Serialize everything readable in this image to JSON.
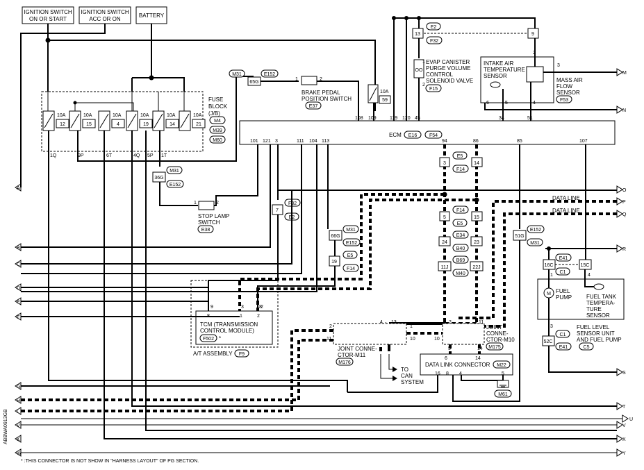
{
  "top_labels": {
    "ign_on": [
      "IGNITION SWITCH",
      "ON OR START"
    ],
    "ign_acc": [
      "IGNITION SWITCH",
      "ACC OR ON"
    ],
    "battery": "BATTERY"
  },
  "fuse_block": {
    "title": [
      "FUSE",
      "BLOCK",
      "(J/B)"
    ],
    "connectors": [
      "M4",
      "M39",
      "M60"
    ],
    "amp": "10A",
    "fuses": [
      "12",
      "15",
      "4",
      "19",
      "14",
      "21"
    ],
    "terminals": [
      "1Q",
      "9P",
      "6T",
      "4Q",
      "5P",
      "1T"
    ]
  },
  "fuse59": {
    "amp": "10A",
    "num": "59"
  },
  "joint_m31_top": {
    "a": "M31",
    "b": "E152",
    "pin": "65G"
  },
  "brake_switch": {
    "pins": [
      "1",
      "2"
    ],
    "label": [
      "BRAKE PEDAL",
      "POSITION SWITCH"
    ],
    "conn": "E37"
  },
  "evap": {
    "label": [
      "EVAP CANISTER",
      "PURGE VOLUME",
      "CONTROL",
      "SOLENOID VALVE"
    ],
    "conn": "F15",
    "pins": [
      "1",
      "2"
    ]
  },
  "maf": {
    "label": [
      "MASS AIR",
      "FLOW",
      "SENSOR"
    ],
    "conn": "F53",
    "iat": [
      "INTAKE AIR",
      "TEMPERATURE",
      "SENSOR"
    ],
    "pins": [
      "2",
      "3",
      "6",
      "5",
      "4"
    ]
  },
  "e2_f32_top": {
    "a": "E2",
    "b": "F32",
    "pin_l": "13",
    "pin_r": "9"
  },
  "ecm": {
    "label": "ECM",
    "conns": [
      "E16",
      "F54"
    ],
    "top_pins": [
      "108",
      "109",
      "119",
      "120",
      "45",
      "34",
      "51"
    ],
    "bottom_pins": [
      "101",
      "121",
      "3",
      "111",
      "104",
      "113",
      "94",
      "86",
      "85",
      "107"
    ]
  },
  "m31_36g": {
    "a": "M31",
    "b": "E152",
    "pin": "36G"
  },
  "stop_lamp": {
    "label": [
      "STOP LAMP",
      "SWITCH"
    ],
    "conn": "E38",
    "pins": [
      "1",
      "2"
    ]
  },
  "f32_e2_7": {
    "a": "F32",
    "b": "E2",
    "pin": "7"
  },
  "m31_66g": {
    "a": "M31",
    "b": "E152",
    "pin": "66G"
  },
  "e5_f14_19": {
    "a": "E5",
    "b": "F14",
    "pin": "19"
  },
  "e5_f14_a": {
    "a": "E5",
    "b": "F14",
    "pins": [
      "3",
      "14"
    ]
  },
  "f14_e5_b": {
    "a": "F14",
    "b": "E5",
    "pins": [
      "5",
      "15"
    ]
  },
  "e34_b40": {
    "a": "E34",
    "b": "B40",
    "pins": [
      "24",
      "23"
    ]
  },
  "b69_m40": {
    "a": "B69",
    "b": "M40",
    "pins": [
      "11J",
      "22J"
    ]
  },
  "e152_m31_51g": {
    "a": "E152",
    "b": "M31",
    "pin": "51G"
  },
  "data_line": "DATA LINE",
  "tcm": {
    "label": [
      "TCM (TRANSMISSION",
      "CONTROL MODULE)"
    ],
    "conn": "F502",
    "star": "*",
    "pins": [
      "9",
      "3",
      "2",
      "8",
      "8",
      "1",
      "2"
    ]
  },
  "at_assembly": {
    "label": "A/T ASSEMBLY",
    "conn": "F9"
  },
  "jc_m11": {
    "label": [
      "JOINT CONNE-",
      "CTOR-M11"
    ],
    "conn": "M176",
    "pins": [
      "2",
      "4",
      "13",
      "1",
      "11",
      "10"
    ]
  },
  "jc_m10": {
    "label": [
      "JOINT",
      "CONNE-",
      "CTOR-M10"
    ],
    "conn": "M175",
    "pins": [
      "2",
      "11",
      "10",
      "5",
      "14"
    ]
  },
  "to_can": [
    "TO",
    "CAN",
    "SYSTEM"
  ],
  "dlc": {
    "label": "DATA LINK CONNECTOR",
    "conn": "M22",
    "pins": [
      "6",
      "14",
      "16",
      "8",
      "4",
      "5"
    ]
  },
  "m61": "M61",
  "fuel_pump": {
    "label": [
      "FUEL",
      "PUMP"
    ],
    "conns_top": [
      "E41",
      "C1"
    ],
    "pins_top": [
      "16C",
      "15C"
    ],
    "conns_bot": [
      "C1",
      "E41"
    ],
    "pin_bot": "52C",
    "tank_sensor": [
      "FUEL TANK",
      "TEMPERA-",
      "TURE",
      "SENSOR"
    ],
    "unit": [
      "FUEL LEVEL",
      "SENSOR UNIT",
      "AND FUEL PUMP"
    ],
    "unit_conn": "C5",
    "pins": [
      "1",
      "4",
      "3"
    ]
  },
  "offpage_left": [
    "A",
    "B",
    "C",
    "D",
    "E",
    "F",
    "G",
    "H",
    "I",
    "V",
    "K",
    "W"
  ],
  "offpage_right": [
    "M",
    "N",
    "O",
    "P",
    "Q",
    "R",
    "S",
    "T",
    "U",
    "V",
    "X",
    "Y"
  ],
  "footnote": "* :THIS CONNECTOR IS NOT SHOW IN \"HARNESS LAYOUT\" OF PG SECTION.",
  "side_code": "ABBWA0913GB"
}
